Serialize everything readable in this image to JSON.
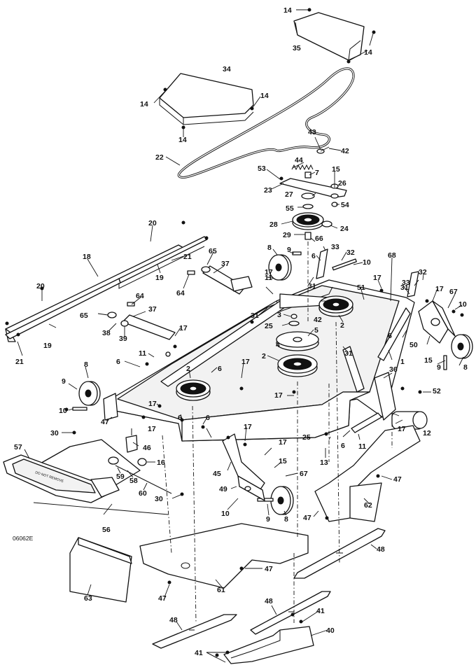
{
  "drawing_number": "06062E",
  "callouts": [
    {
      "id": "c-14a",
      "text": "14"
    },
    {
      "id": "c-14b",
      "text": "14"
    },
    {
      "id": "c-35",
      "text": "35"
    },
    {
      "id": "c-34",
      "text": "34"
    },
    {
      "id": "c-14c",
      "text": "14"
    },
    {
      "id": "c-14d",
      "text": "14"
    },
    {
      "id": "c-14e",
      "text": "14"
    },
    {
      "id": "c-43",
      "text": "43"
    },
    {
      "id": "c-42a",
      "text": "42"
    },
    {
      "id": "c-22",
      "text": "22"
    },
    {
      "id": "c-44",
      "text": "44"
    },
    {
      "id": "c-53",
      "text": "53"
    },
    {
      "id": "c-7a",
      "text": "7"
    },
    {
      "id": "c-15a",
      "text": "15"
    },
    {
      "id": "c-26",
      "text": "26"
    },
    {
      "id": "c-23",
      "text": "23"
    },
    {
      "id": "c-27",
      "text": "27"
    },
    {
      "id": "c-54",
      "text": "54"
    },
    {
      "id": "c-55",
      "text": "55"
    },
    {
      "id": "c-28",
      "text": "28"
    },
    {
      "id": "c-29",
      "text": "29"
    },
    {
      "id": "c-66",
      "text": "66"
    },
    {
      "id": "c-24",
      "text": "24"
    },
    {
      "id": "c-20a",
      "text": "20"
    },
    {
      "id": "c-18",
      "text": "18"
    },
    {
      "id": "c-21a",
      "text": "21"
    },
    {
      "id": "c-19a",
      "text": "19"
    },
    {
      "id": "c-20b",
      "text": "20"
    },
    {
      "id": "c-19b",
      "text": "19"
    },
    {
      "id": "c-21b",
      "text": "21"
    },
    {
      "id": "c-65a",
      "text": "65"
    },
    {
      "id": "c-37a",
      "text": "37"
    },
    {
      "id": "c-64a",
      "text": "64"
    },
    {
      "id": "c-8a",
      "text": "8"
    },
    {
      "id": "c-9a",
      "text": "9"
    },
    {
      "id": "c-6a",
      "text": "6"
    },
    {
      "id": "c-33a",
      "text": "33"
    },
    {
      "id": "c-32a",
      "text": "32"
    },
    {
      "id": "c-10a",
      "text": "10"
    },
    {
      "id": "c-11a",
      "text": "11"
    },
    {
      "id": "c-17a",
      "text": "17"
    },
    {
      "id": "c-31a",
      "text": "31"
    },
    {
      "id": "c-51",
      "text": "51"
    },
    {
      "id": "c-17b",
      "text": "17"
    },
    {
      "id": "c-68",
      "text": "68"
    },
    {
      "id": "c-33b",
      "text": "33"
    },
    {
      "id": "c-32b",
      "text": "32"
    },
    {
      "id": "c-31b",
      "text": "31"
    },
    {
      "id": "c-17c",
      "text": "17"
    },
    {
      "id": "c-67a",
      "text": "67"
    },
    {
      "id": "c-10b",
      "text": "10"
    },
    {
      "id": "c-64b",
      "text": "64"
    },
    {
      "id": "c-37b",
      "text": "37"
    },
    {
      "id": "c-31c",
      "text": "31"
    },
    {
      "id": "c-42b",
      "text": "42"
    },
    {
      "id": "c-3",
      "text": "3"
    },
    {
      "id": "c-25a",
      "text": "25"
    },
    {
      "id": "c-5",
      "text": "5"
    },
    {
      "id": "c-4",
      "text": "4"
    },
    {
      "id": "c-2a",
      "text": "2"
    },
    {
      "id": "c-31d",
      "text": "31"
    },
    {
      "id": "c-2b",
      "text": "2"
    },
    {
      "id": "c-65b",
      "text": "65"
    },
    {
      "id": "c-38",
      "text": "38"
    },
    {
      "id": "c-39",
      "text": "39"
    },
    {
      "id": "c-17d",
      "text": "17"
    },
    {
      "id": "c-11b",
      "text": "11"
    },
    {
      "id": "c-6b",
      "text": "6"
    },
    {
      "id": "c-2c",
      "text": "2"
    },
    {
      "id": "c-6c",
      "text": "6"
    },
    {
      "id": "c-17e",
      "text": "17"
    },
    {
      "id": "c-6d",
      "text": "6"
    },
    {
      "id": "c-1",
      "text": "1"
    },
    {
      "id": "c-50",
      "text": "50"
    },
    {
      "id": "c-15b",
      "text": "15"
    },
    {
      "id": "c-9b",
      "text": "9"
    },
    {
      "id": "c-8b",
      "text": "8"
    },
    {
      "id": "c-36",
      "text": "36"
    },
    {
      "id": "c-52",
      "text": "52"
    },
    {
      "id": "c-17f",
      "text": "17"
    },
    {
      "id": "c-8c",
      "text": "8"
    },
    {
      "id": "c-9c",
      "text": "9"
    },
    {
      "id": "c-10c",
      "text": "10"
    },
    {
      "id": "c-47a",
      "text": "47"
    },
    {
      "id": "c-17g",
      "text": "17"
    },
    {
      "id": "c-6e",
      "text": "6"
    },
    {
      "id": "c-6f",
      "text": "6"
    },
    {
      "id": "c-17h",
      "text": "17"
    },
    {
      "id": "c-17i",
      "text": "17"
    },
    {
      "id": "c-17j",
      "text": "17"
    },
    {
      "id": "c-12",
      "text": "12"
    },
    {
      "id": "c-30a",
      "text": "30"
    },
    {
      "id": "c-46",
      "text": "46"
    },
    {
      "id": "c-25b",
      "text": "25"
    },
    {
      "id": "c-6g",
      "text": "6"
    },
    {
      "id": "c-11c",
      "text": "11"
    },
    {
      "id": "c-57",
      "text": "57"
    },
    {
      "id": "c-16",
      "text": "16"
    },
    {
      "id": "c-17k",
      "text": "17"
    },
    {
      "id": "c-15c",
      "text": "15"
    },
    {
      "id": "c-13",
      "text": "13"
    },
    {
      "id": "c-45",
      "text": "45"
    },
    {
      "id": "c-59",
      "text": "59"
    },
    {
      "id": "c-58",
      "text": "58"
    },
    {
      "id": "c-67b",
      "text": "67"
    },
    {
      "id": "c-47b",
      "text": "47"
    },
    {
      "id": "c-49",
      "text": "49"
    },
    {
      "id": "c-60",
      "text": "60"
    },
    {
      "id": "c-30b",
      "text": "30"
    },
    {
      "id": "c-10d",
      "text": "10"
    },
    {
      "id": "c-9d",
      "text": "9"
    },
    {
      "id": "c-8d",
      "text": "8"
    },
    {
      "id": "c-47c",
      "text": "47"
    },
    {
      "id": "c-62",
      "text": "62"
    },
    {
      "id": "c-56",
      "text": "56"
    },
    {
      "id": "c-48a",
      "text": "48"
    },
    {
      "id": "c-47d",
      "text": "47"
    },
    {
      "id": "c-63",
      "text": "63"
    },
    {
      "id": "c-61",
      "text": "61"
    },
    {
      "id": "c-47e",
      "text": "47"
    },
    {
      "id": "c-48b",
      "text": "48"
    },
    {
      "id": "c-41a",
      "text": "41"
    },
    {
      "id": "c-48c",
      "text": "48"
    },
    {
      "id": "c-40",
      "text": "40"
    },
    {
      "id": "c-41b",
      "text": "41"
    }
  ]
}
